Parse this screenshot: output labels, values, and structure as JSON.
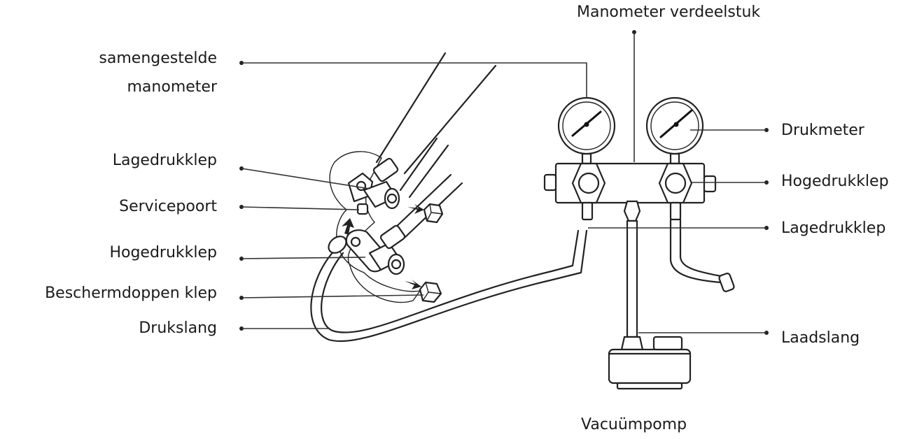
{
  "labels": {
    "manifold": "Manometer verdeelstuk",
    "compound_gauge_1": "samengestelde",
    "compound_gauge_2": "manometer",
    "low_valve_left": "Lagedrukklep",
    "service_port": "Servicepoort",
    "high_valve_left": "Hogedrukklep",
    "valve_caps": "Beschermdoppen klep",
    "pressure_hose": "Drukslang",
    "pressure_gauge": "Drukmeter",
    "high_valve_right": "Hogedrukklep",
    "low_valve_right": "Lagedrukklep",
    "charge_hose": "Laadslang",
    "vacuum_pump": "Vacuümpomp"
  }
}
